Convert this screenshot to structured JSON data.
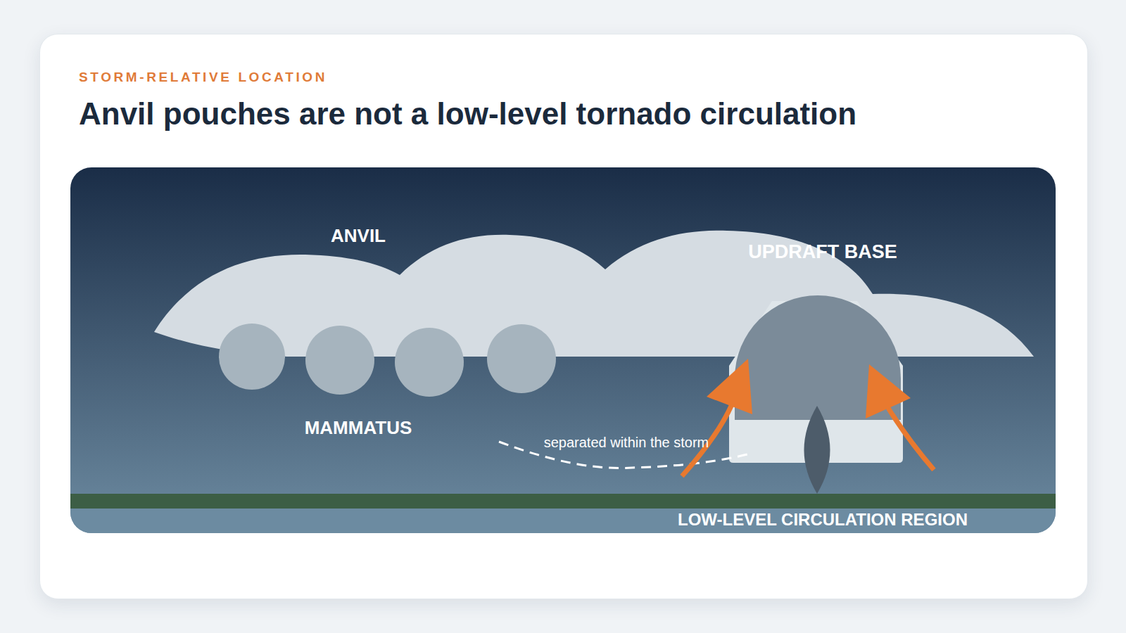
{
  "diagram": {
    "title": "Anvil pouches are not a low-level tornado circulation",
    "labels": [
      "STORM-RELATIVE LOCATION",
      "ANVIL",
      "UPDRAFT BASE",
      "MAMMATUS",
      "separated within the storm",
      "LOW-LEVEL CIRCULATION REGION"
    ]
  }
}
